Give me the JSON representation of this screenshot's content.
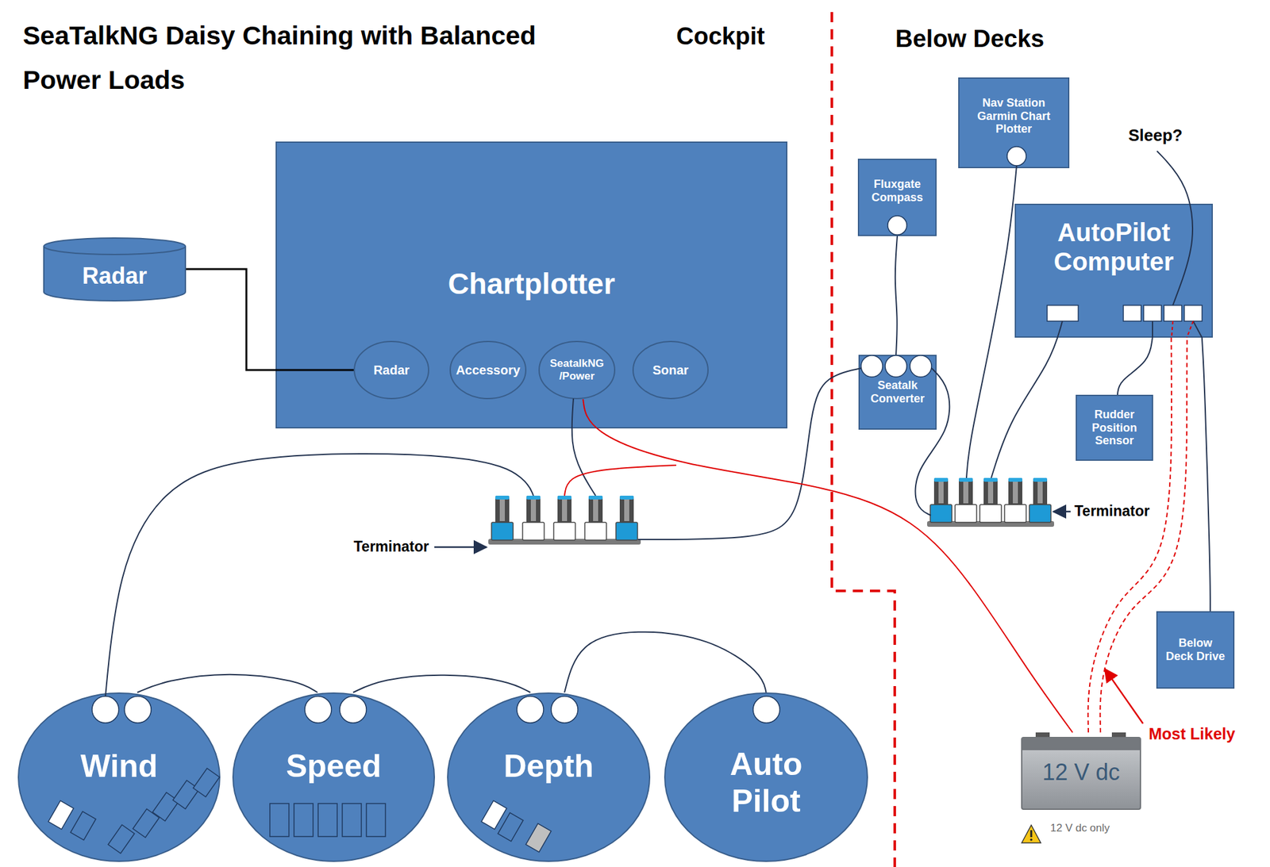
{
  "diagram": {
    "title": "SeaTalkNG Daisy Chaining with Balanced Power Loads",
    "nodes": [
      {
        "text": [
          "Radar"
        ]
      },
      {
        "text": [
          "Chartplotter"
        ]
      },
      {
        "text": [
          "Radar"
        ],
        "in": 1
      },
      {
        "text": [
          "Accessory"
        ],
        "in": 1
      },
      {
        "text": [
          "SeatalkNG /Power"
        ],
        "in": 1
      },
      {
        "text": [
          "Sonar"
        ],
        "in": 1
      },
      {
        "text": [
          "Fluxgate Compass"
        ]
      },
      {
        "text": [
          "Nav Station Garmin Chart Plotter"
        ]
      },
      {
        "text": [
          "AutoPilot Computer"
        ]
      },
      {
        "text": [
          "Seatalk Converter"
        ]
      },
      {
        "text": [
          "Rudder Position Sensor"
        ]
      },
      {
        "text": [
          "Below Deck Drive"
        ]
      },
      {
        "text": [
          "Wind"
        ]
      },
      {
        "text": [
          "Speed"
        ]
      },
      {
        "text": [
          "Depth"
        ]
      },
      {
        "text": [
          "Auto Pilot"
        ]
      },
      {
        "text": [
          "12 V dc",
          "12 V dc only"
        ]
      }
    ],
    "edges": [
      {
        "from": 0,
        "to": 2,
        "arrow": "none"
      },
      {
        "from": 4,
        "to": 16,
        "arrow": "none"
      },
      {
        "from": 6,
        "to": 9,
        "arrow": "none"
      },
      {
        "from": 8,
        "to": 10,
        "arrow": "none"
      },
      {
        "from": 8,
        "to": 11,
        "arrow": "none"
      },
      {
        "from": 16,
        "to": 8,
        "arrow": "none"
      },
      {
        "from": 16,
        "to": 8,
        "arrow": "none"
      },
      {
        "from": 12,
        "to": 13,
        "arrow": "none"
      },
      {
        "from": 13,
        "to": 14,
        "arrow": "none"
      },
      {
        "from": 14,
        "to": 15,
        "arrow": "none"
      }
    ],
    "labels": [
      "Cockpit",
      "Below Decks",
      "Sleep?",
      "Terminator",
      "Terminator",
      "Most Likely"
    ]
  }
}
